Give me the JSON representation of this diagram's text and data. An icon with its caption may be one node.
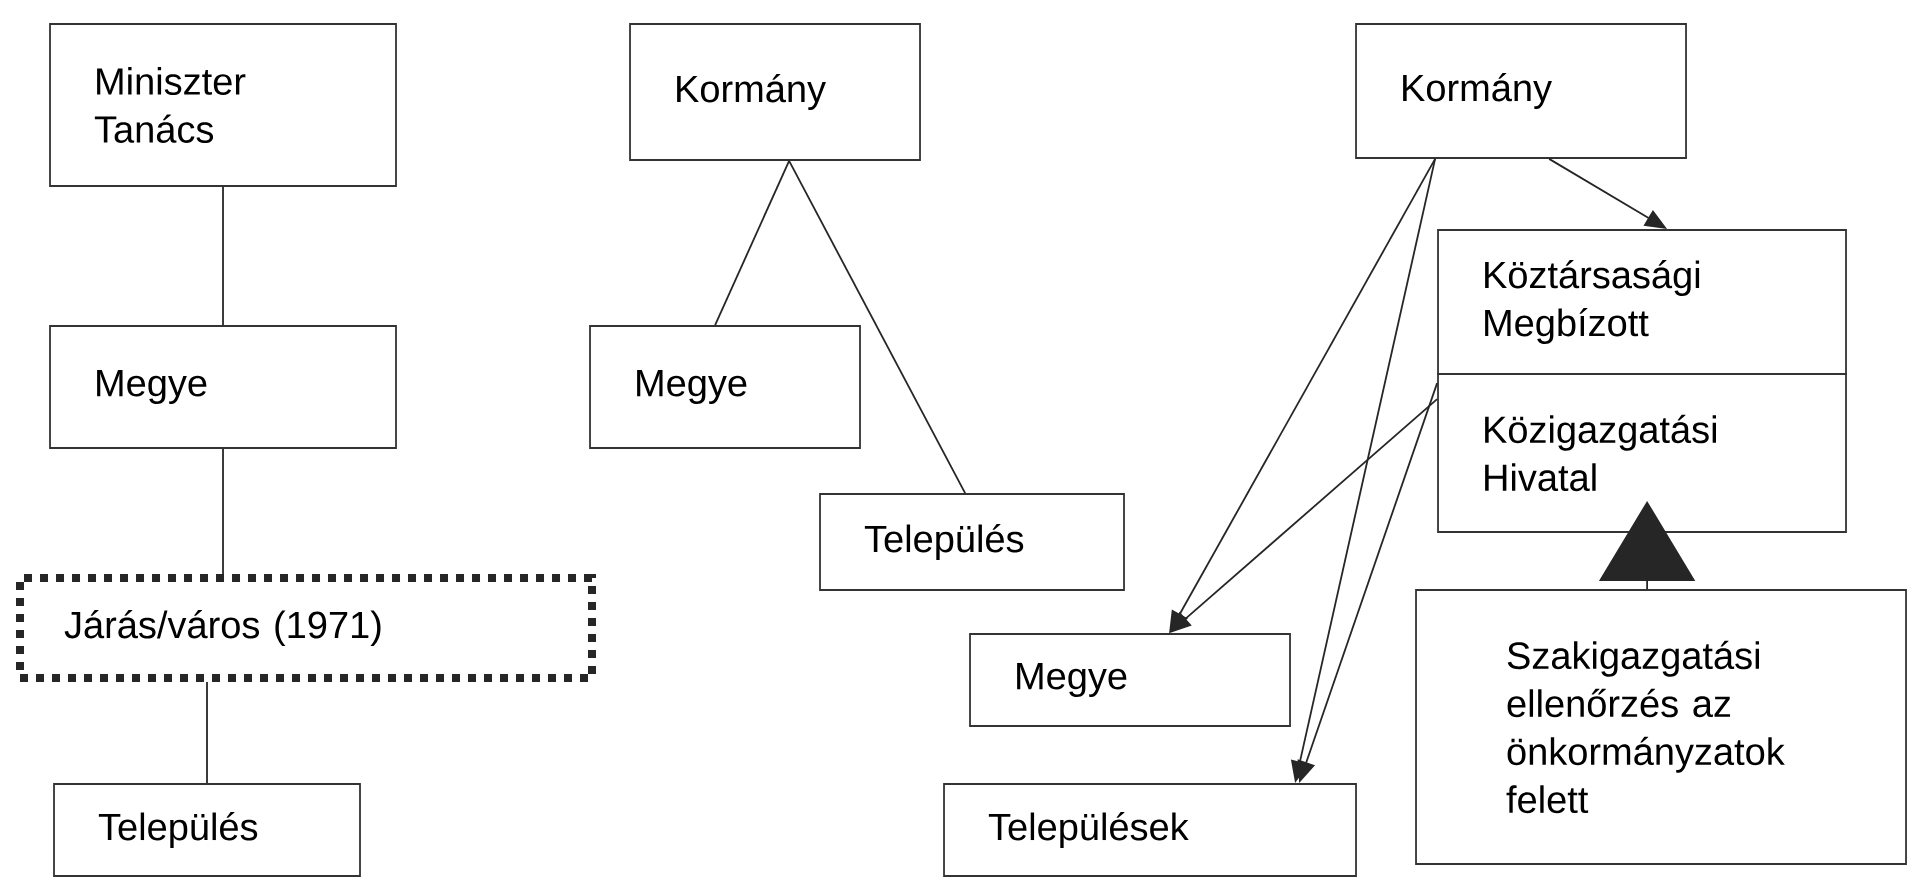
{
  "diagram": {
    "nodes": [
      {
        "text": [
          "Miniszter Tanács"
        ]
      },
      {
        "text": [
          "Megye"
        ]
      },
      {
        "text": [
          "Járás/város (1971)"
        ]
      },
      {
        "text": [
          "Település"
        ]
      },
      {
        "text": [
          "Kormány"
        ]
      },
      {
        "text": [
          "Megye"
        ]
      },
      {
        "text": [
          "Település"
        ]
      },
      {
        "text": [
          "Kormány"
        ]
      },
      {
        "text": [
          "Köztársasági Megbízott"
        ]
      },
      {
        "text": [
          "Közigazgatási Hivatal"
        ]
      },
      {
        "text": [
          "Szakigazgatási ellenőrzés az önkormányzatok felett"
        ]
      },
      {
        "text": [
          "Megye"
        ]
      },
      {
        "text": [
          "Települések"
        ]
      }
    ],
    "edges": [
      {
        "from": 0,
        "to": 1,
        "arrow": "none"
      },
      {
        "from": 1,
        "to": 2,
        "arrow": "none"
      },
      {
        "from": 2,
        "to": 3,
        "arrow": "none"
      },
      {
        "from": 4,
        "to": 5,
        "arrow": "none"
      },
      {
        "from": 4,
        "to": 6,
        "arrow": "none"
      },
      {
        "from": 7,
        "to": 8,
        "arrow": "to"
      },
      {
        "from": 7,
        "to": 11,
        "arrow": "to"
      },
      {
        "from": 7,
        "to": 12,
        "arrow": "to"
      },
      {
        "from": 9,
        "to": 11,
        "arrow": "to"
      },
      {
        "from": 9,
        "to": 12,
        "arrow": "to"
      },
      {
        "from": 10,
        "to": 9,
        "arrow": "to"
      }
    ]
  }
}
